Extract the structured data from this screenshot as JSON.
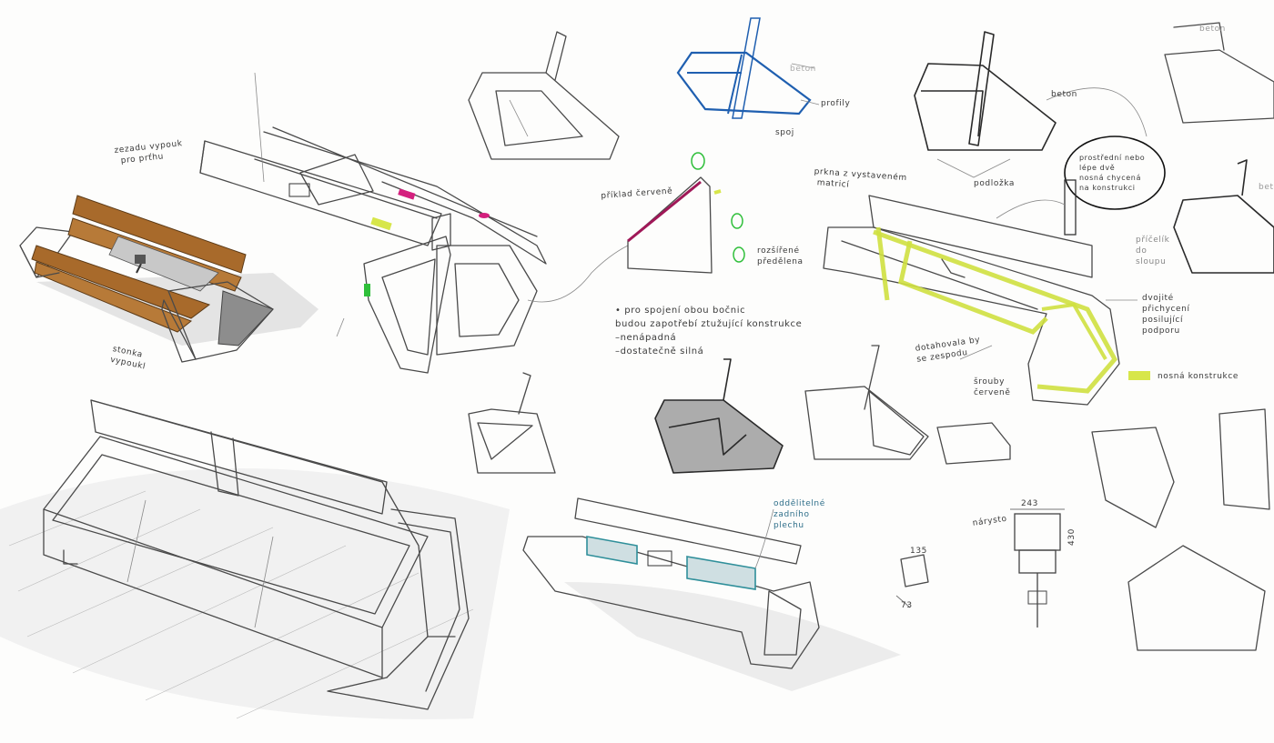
{
  "colors": {
    "paper": "#fdfdfc",
    "pencil": "#4a4a4a",
    "wood": "#a86a2b",
    "blue_ink": "#1f5fb0",
    "magenta": "#d4207e",
    "yellow_green": "#d7e64a",
    "green": "#2fbf3a",
    "teal": "#2f8f9a"
  },
  "icons": [
    "card-reader-icon",
    "socket-icon",
    "arrow-icon",
    "marker-swatch-icon"
  ],
  "notes": {
    "zezadu": [
      "zezadu vypouk",
      "pro prťhu"
    ],
    "vypouk": [
      "stonka",
      "vypoukl"
    ],
    "priklad_cervene": "příklad červeně",
    "bullets": [
      "• pro spojení obou bočnic",
      "budou zapotřebí ztužující konstrukce",
      "–nenápadná",
      "–dostatečně silná"
    ],
    "profily": "profily",
    "spoj": "spoj",
    "beton": "beton",
    "podlozka": "podložka",
    "prknou": [
      "prkna z vystaveném",
      "matricí"
    ],
    "rozsirene_predelena": [
      "rozšířené",
      "předělena"
    ],
    "prostredni": [
      "prostřední nebo",
      "lépe dvě",
      "nosná chycená",
      "na konstrukci"
    ],
    "pridelat": [
      "příčelík",
      "do",
      "sloupu"
    ],
    "dvojite": [
      "dvojité",
      "přichycení",
      "posilující",
      "podporu"
    ],
    "nosna_konstrukce": "nosná konstrukce",
    "dotahovala": [
      "dotahovala by",
      "se zespodu"
    ],
    "sroby_cervene": [
      "šrouby",
      "červeně"
    ],
    "oddelitelni": [
      "oddělitelné",
      "zadního",
      "plechu"
    ],
    "naristo": "nárysto",
    "dim_243": "243",
    "dim_430": "430",
    "dim_135": "135",
    "dim_73": "73",
    "beton_label_top": "beton",
    "beton_label_mid": "beton",
    "beton_label_right": "beton"
  }
}
